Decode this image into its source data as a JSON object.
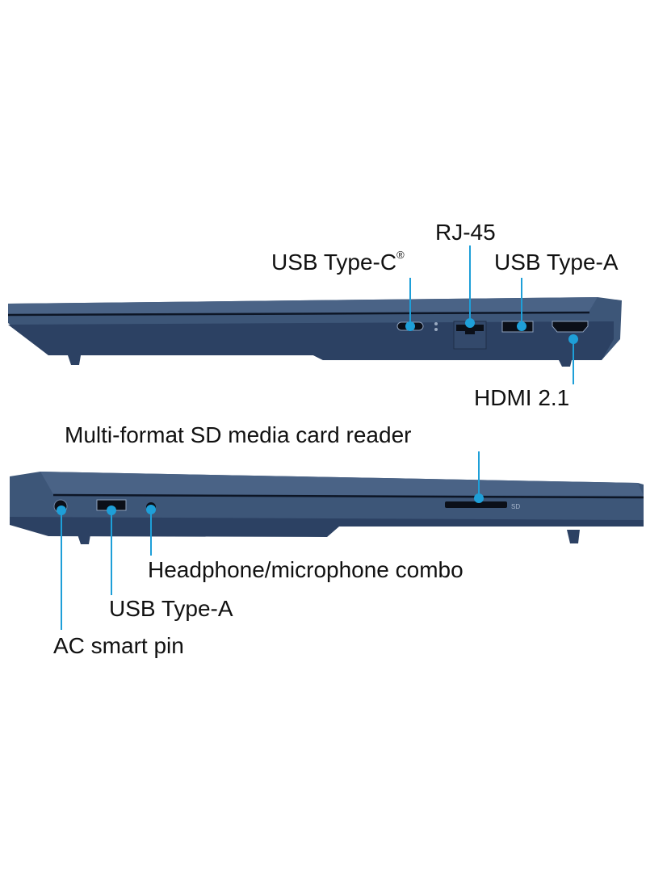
{
  "colors": {
    "callout": "#1e9fd8",
    "body": "#3d5678",
    "body_dark": "#2c4163",
    "text": "#111111"
  },
  "right_side": {
    "labels": {
      "rj45": "RJ-45",
      "usb_c": "USB Type-C",
      "usb_c_mark": "®",
      "usb_a": "USB Type-A",
      "hdmi": "HDMI 2.1"
    }
  },
  "left_side": {
    "labels": {
      "sd_reader": "Multi-format SD media card reader",
      "audio": "Headphone/microphone combo",
      "usb_a": "USB Type-A",
      "ac_pin": "AC smart pin"
    },
    "sd_marking": "SD"
  }
}
